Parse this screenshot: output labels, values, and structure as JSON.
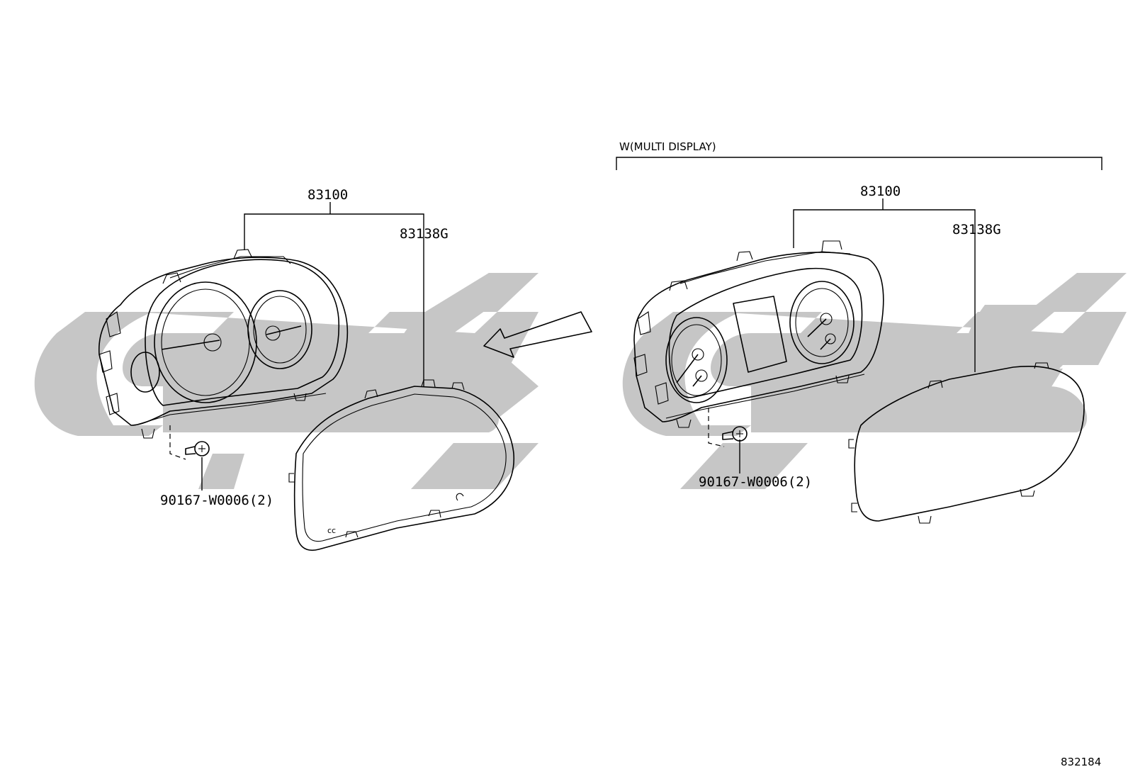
{
  "diagram": {
    "figure_id": "832184",
    "variant_header": "W(MULTI DISPLAY)",
    "left_group": {
      "assembly_label": "83100",
      "lens_label": "83138G",
      "screw_label": "90167-W0006(2)"
    },
    "right_group": {
      "assembly_label": "83100",
      "lens_label": "83138G",
      "screw_label": "90167-W0006(2)"
    }
  },
  "colors": {
    "line": "#000000",
    "watermark": "#c6c6c6",
    "background": "#ffffff"
  }
}
